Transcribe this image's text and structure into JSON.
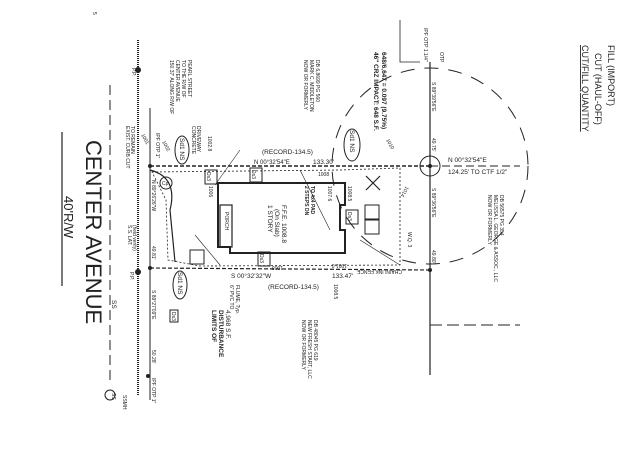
{
  "street": {
    "name": "CENTER AVENUE",
    "row": "40'R/W",
    "sewer_label": "SS",
    "manhole": "SSMH",
    "manhole_symbol": "SS"
  },
  "notes": {
    "along_row": [
      "150.37' ALONG R/W OF",
      "CENTER AVENUE",
      "TO THE R/W OF",
      "PEARL STREET"
    ],
    "pp_top": "P.P.",
    "pp_bottom": "P.P.",
    "exist_curb": [
      "EXIST. CURB CUT",
      "TO REMAIN"
    ],
    "concrete_driveway": [
      "CONCRETE",
      "DRIVEWAY"
    ],
    "ss_lat": [
      "S.S. LAT.",
      "(field verify)"
    ],
    "ipf_top": "IPF OTP 1\"",
    "ipf_bottom": "IPF OTP 1\"",
    "otp_right": "OTP",
    "ipf_right": "IPF OTP 1.1/4\"",
    "pvc": [
      "6\" PVC TO",
      "FLUME, Typ."
    ],
    "limits": [
      "LIMITS OF",
      "DISTURBANCE",
      "4,968 S.F."
    ],
    "tree": [
      "46\" CRZ IMPACT: 648 S.F.",
      "648/6,647 = 0.097 (9.75%)"
    ],
    "chainlink": "CHAINLINK FENCE",
    "wq": "W.Q. 3"
  },
  "owners": {
    "north": [
      "NOW OR FORMERLY",
      "MARK C. MIDDLETON",
      "DB 6,8699 PG 560"
    ],
    "south": [
      "NOW OR FORMERLY",
      "NEW FRESH START, LLC",
      "DB 48045 PG 619"
    ],
    "east": [
      "NOW OR FORMERLY",
      "MELISSA L. GEORGE & ASSOC., LLC",
      "DB 56575 PG 354"
    ]
  },
  "bearings": {
    "north_line": "N 00°32'54\"E",
    "north_dist": "133.30'",
    "north_record": "(RECORD-134.5)",
    "south_line": "S 00°32'32\"W",
    "south_dist": "133.47'",
    "south_record": "(RECORD-134.5)",
    "front_top": "N 89°26'26\"W",
    "front_dist": "49.81'",
    "front_south": "S 89°27'09\"E",
    "front_south_dist": "50.28'",
    "rear_north": "S 89°39'56\"E",
    "rear_dist": "49.75'",
    "rear_south": "S 89°36'56\"E",
    "rear_south_dist": "49.80'",
    "ctf": [
      "N 00°32'54\"E",
      "124.25' TO CTF 1/2\""
    ]
  },
  "house": {
    "stories": "1 STORY",
    "slab": "(On Slab)",
    "ffe": "F.F.E. 1008.8",
    "porch": "PORCH",
    "steps": [
      "2 STEPS DN",
      "TO 4x4 PAD"
    ]
  },
  "labels": {
    "sd1": "Sd1 NS",
    "ds3": "Ds3",
    "cp": "Cp"
  },
  "elevations": [
    "1001",
    "1002",
    "1002.8",
    "1006",
    "1008",
    "1007.6",
    "1008.5",
    "1010",
    "1014",
    "1008.5",
    "1001.0",
    "1008"
  ],
  "cut_fill": {
    "title": "CUT/FILL QUANTITY",
    "cut": "CUT (HAUL-OFF)",
    "fill": "FILL (IMPORT)"
  },
  "corner_mark": "5"
}
